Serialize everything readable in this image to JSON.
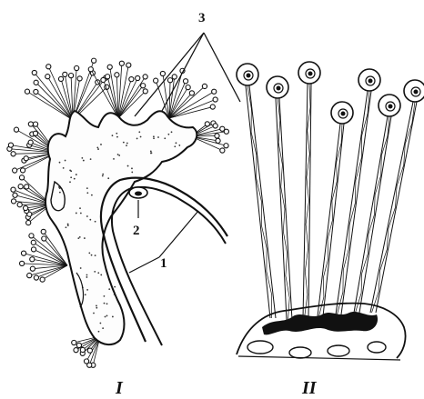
{
  "figure": {
    "labels": {
      "cilia": "3",
      "thread": "1",
      "nucleus": "2",
      "panel_left": "I",
      "panel_right": "II"
    },
    "colors": {
      "ink": "#111111",
      "paper": "#ffffff",
      "dots": "#333333"
    }
  }
}
